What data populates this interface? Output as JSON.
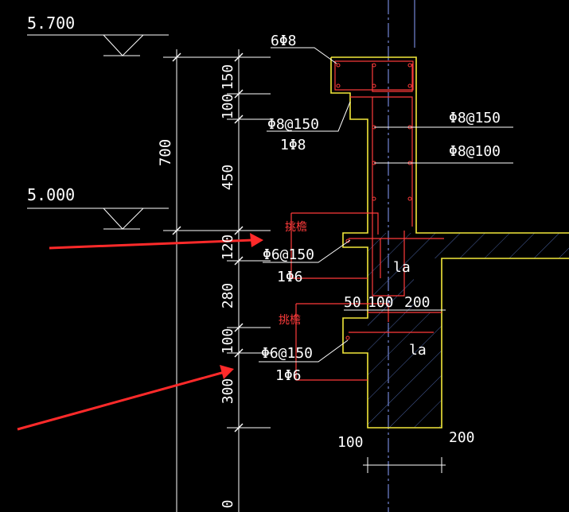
{
  "colors": {
    "background": "#000000",
    "line": "#ffffff",
    "concrete_outline": "#f2e83a",
    "rebar": "#ff3b3b",
    "axis": "#8aa0ff",
    "hatch": "#5a78c8",
    "arrow": "#ff2a2a"
  },
  "elevations": {
    "top": "5.700",
    "mid": "5.000"
  },
  "dimensions": {
    "total": "700",
    "d150": "150",
    "d100a": "100",
    "d450": "450",
    "d120": "120",
    "d280": "280",
    "d100b": "100",
    "d300": "300",
    "d0": "0",
    "d50": "50",
    "d100c": "100",
    "d200a": "200",
    "d100d": "100",
    "d200b": "200"
  },
  "rebar_labels": {
    "top_main": "6Φ8",
    "upper_stirrup": "Φ8@150",
    "upper_single": "1Φ8",
    "wall_a": "Φ8@150",
    "wall_b": "Φ8@100",
    "eave1_stirrup": "Φ6@150",
    "eave1_single": "1Φ6",
    "eave2_stirrup": "Φ6@150",
    "eave2_single": "1Φ6",
    "anchor1": "la",
    "anchor2": "la"
  },
  "callouts": {
    "eave1": "挑檐",
    "eave2": "挑檐"
  }
}
